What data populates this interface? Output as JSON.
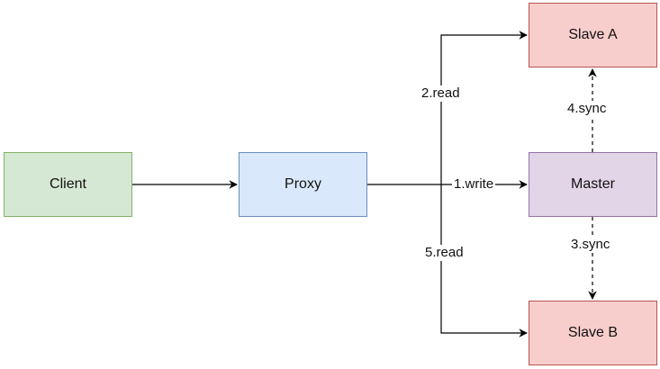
{
  "nodes": {
    "client": {
      "label": "Client",
      "fill": "#d5e8d4",
      "stroke": "#82b366"
    },
    "proxy": {
      "label": "Proxy",
      "fill": "#dae8fc",
      "stroke": "#6c8ebf"
    },
    "master": {
      "label": "Master",
      "fill": "#e1d5e7",
      "stroke": "#9673a6"
    },
    "slave_a": {
      "label": "Slave A",
      "fill": "#f8cecc",
      "stroke": "#b85450"
    },
    "slave_b": {
      "label": "Slave B",
      "fill": "#f8cecc",
      "stroke": "#b85450"
    }
  },
  "edges": {
    "client_to_proxy": {
      "label": ""
    },
    "proxy_to_master": {
      "label": "1.write"
    },
    "proxy_to_slave_a": {
      "label": "2.read"
    },
    "master_to_slave_b": {
      "label": "3.sync"
    },
    "master_to_slave_a": {
      "label": "4.sync"
    },
    "proxy_to_slave_b": {
      "label": "5.read"
    }
  },
  "colors": {
    "edge": "#000000",
    "background": "#ffffff"
  }
}
